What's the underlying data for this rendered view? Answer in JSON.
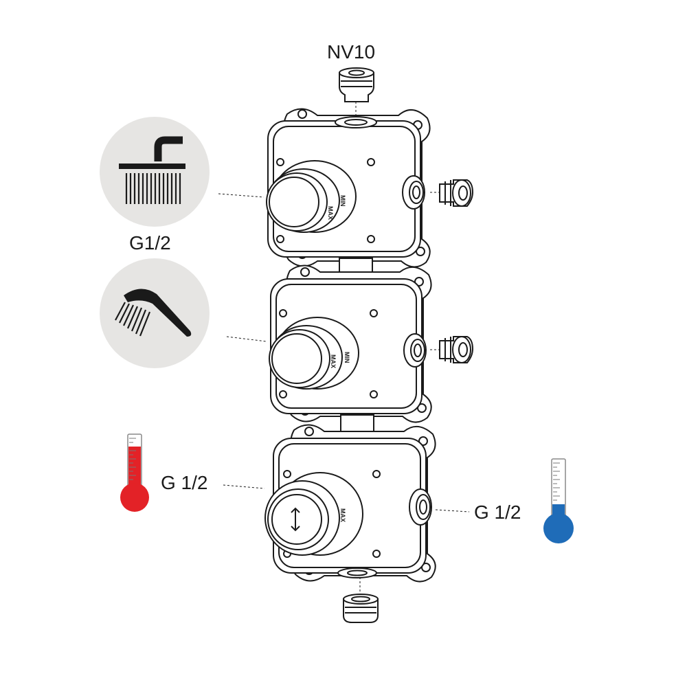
{
  "labels": {
    "top_fitting": "NV10",
    "outlet_1": "G1/2",
    "hot_inlet": "G 1/2",
    "cold_inlet": "G 1/2"
  },
  "dial_marks": {
    "max": "MAX",
    "min": "MIN"
  },
  "icons": {
    "outlet_1": "overhead-shower-icon",
    "outlet_2": "hand-shower-icon",
    "hot": "hot-thermometer-icon",
    "cold": "cold-thermometer-icon"
  },
  "colors": {
    "icon_circle_bg": "#e6e5e3",
    "hot": "#e32227",
    "cold": "#1f6cb8",
    "line": "#1a1a1a"
  }
}
